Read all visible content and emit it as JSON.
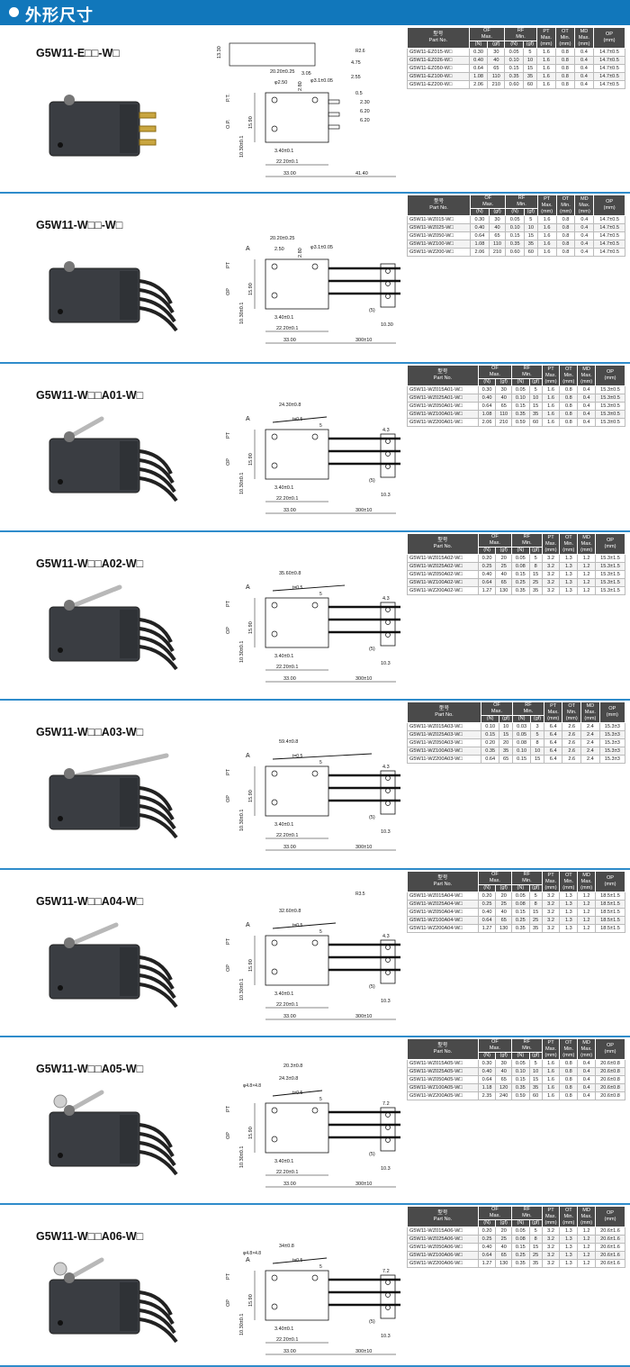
{
  "page_title": "外形尺寸",
  "table_headers": {
    "model_cn": "型号",
    "model_en": "Part No.",
    "of": "OF",
    "of_sub": "Max.",
    "rf": "RF",
    "rf_sub": "Min.",
    "pt": "PT",
    "pt_sub": "Max.",
    "ot": "OT",
    "ot_sub": "Min.",
    "md": "MD",
    "md_sub": "Max.",
    "op": "OP",
    "unit_mm": "(mm)",
    "unit_n": "(N)",
    "unit_gf": "(gf)"
  },
  "sections": [
    {
      "model": "G5W11-E□□-W□",
      "dims": {
        "top1": "13.30",
        "top2": "3.05",
        "top3": "4.75",
        "top4": "2.55",
        "pin": "20.20±0.25",
        "hole": "φ2.50",
        "h1": "2.80",
        "hole2": "φ3.1±0.05",
        "pt": "P.T.",
        "op": "O.P.",
        "h2": "15.90",
        "h3": "10.30±0.1",
        "d1": "3.40±0.1",
        "d2": "22.20±0.1",
        "w1": "33.00",
        "w2": "41.40",
        "t1": "0.5",
        "t2": "2.30",
        "t3": "6.20",
        "t4": "6.20",
        "r": "R2.6"
      },
      "rows": [
        [
          "G5W11-EZ015-W□",
          "0.30",
          "30",
          "0.05",
          "5",
          "1.6",
          "0.8",
          "0.4",
          "14.7±0.5"
        ],
        [
          "G5W11-EZ026-W□",
          "0.40",
          "40",
          "0.10",
          "10",
          "1.6",
          "0.8",
          "0.4",
          "14.7±0.5"
        ],
        [
          "G5W11-EZ050-W□",
          "0.64",
          "65",
          "0.15",
          "15",
          "1.6",
          "0.8",
          "0.4",
          "14.7±0.5"
        ],
        [
          "G5W11-EZ100-W□",
          "1.08",
          "110",
          "0.35",
          "35",
          "1.6",
          "0.8",
          "0.4",
          "14.7±0.5"
        ],
        [
          "G5W11-EZ200-W□",
          "2.06",
          "210",
          "0.60",
          "60",
          "1.6",
          "0.8",
          "0.4",
          "14.7±0.5"
        ]
      ]
    },
    {
      "model": "G5W11-W□□-W□",
      "dims": {
        "pin": "20.20±0.25",
        "d0": "2.50",
        "h1": "2.80",
        "hole2": "φ3.1±0.05",
        "pt": "PT",
        "op": "OP",
        "h2": "15.90",
        "h3": "10.30±0.1",
        "d1": "3.40±0.1",
        "d2": "22.20±0.1",
        "w1": "33.00",
        "w2": "300±10",
        "s": "(5)",
        "e": "10.30",
        "a": "A"
      },
      "rows": [
        [
          "G5W11-WZ015-W□",
          "0.30",
          "30",
          "0.05",
          "5",
          "1.6",
          "0.8",
          "0.4",
          "14.7±0.5"
        ],
        [
          "G5W11-WZ025-W□",
          "0.40",
          "40",
          "0.10",
          "10",
          "1.6",
          "0.8",
          "0.4",
          "14.7±0.5"
        ],
        [
          "G5W11-WZ050-W□",
          "0.64",
          "65",
          "0.15",
          "15",
          "1.6",
          "0.8",
          "0.4",
          "14.7±0.5"
        ],
        [
          "G5W11-WZ100-W□",
          "1.08",
          "110",
          "0.35",
          "35",
          "1.6",
          "0.8",
          "0.4",
          "14.7±0.5"
        ],
        [
          "G5W11-WZ200-W□",
          "2.06",
          "210",
          "0.60",
          "60",
          "1.6",
          "0.8",
          "0.4",
          "14.7±0.5"
        ]
      ]
    },
    {
      "model": "G5W11-W□□A01-W□",
      "dims": {
        "lever": "24.30±0.8",
        "t": "t=0.5",
        "pt": "PT",
        "op": "OP",
        "h2": "15.90",
        "h3": "10.30±0.1",
        "d1": "3.40±0.1",
        "d2": "22.20±0.1",
        "w1": "33.00",
        "w2": "300±10",
        "s": "(5)",
        "e": "10.3",
        "f": "4.3",
        "n": "5",
        "a": "A"
      },
      "rows": [
        [
          "G5W11-WZ015A01-W□",
          "0.30",
          "30",
          "0.05",
          "5",
          "1.6",
          "0.8",
          "0.4",
          "15.3±0.5"
        ],
        [
          "G5W11-WZ025A01-W□",
          "0.40",
          "40",
          "0.10",
          "10",
          "1.6",
          "0.8",
          "0.4",
          "15.3±0.5"
        ],
        [
          "G5W11-WZ050A01-W□",
          "0.64",
          "65",
          "0.15",
          "15",
          "1.6",
          "0.8",
          "0.4",
          "15.3±0.5"
        ],
        [
          "G5W11-WZ100A01-W□",
          "1.08",
          "110",
          "0.35",
          "35",
          "1.6",
          "0.8",
          "0.4",
          "15.3±0.5"
        ],
        [
          "G5W11-WZ200A01-W□",
          "2.06",
          "210",
          "0.59",
          "60",
          "1.6",
          "0.8",
          "0.4",
          "15.3±0.5"
        ]
      ]
    },
    {
      "model": "G5W11-W□□A02-W□",
      "dims": {
        "lever": "35.60±0.8",
        "t": "t=0.5",
        "pt": "PT",
        "op": "OP",
        "h2": "15.90",
        "h3": "10.30±0.1",
        "d1": "3.40±0.1",
        "d2": "22.20±0.1",
        "w1": "33.00",
        "w2": "300±10",
        "s": "(5)",
        "e": "10.3",
        "f": "4.3",
        "n": "5",
        "a": "A"
      },
      "rows": [
        [
          "G5W11-WZ015A02-W□",
          "0.20",
          "20",
          "0.05",
          "5",
          "3.2",
          "1.3",
          "1.2",
          "15.3±1.5"
        ],
        [
          "G5W11-WZ025A02-W□",
          "0.25",
          "25",
          "0.08",
          "8",
          "3.2",
          "1.3",
          "1.2",
          "15.3±1.5"
        ],
        [
          "G5W11-WZ050A02-W□",
          "0.40",
          "40",
          "0.15",
          "15",
          "3.2",
          "1.3",
          "1.2",
          "15.3±1.5"
        ],
        [
          "G5W11-WZ100A02-W□",
          "0.64",
          "65",
          "0.25",
          "25",
          "3.2",
          "1.3",
          "1.2",
          "15.3±1.5"
        ],
        [
          "G5W11-WZ200A02-W□",
          "1.27",
          "130",
          "0.35",
          "35",
          "3.2",
          "1.3",
          "1.2",
          "15.3±1.5"
        ]
      ]
    },
    {
      "model": "G5W11-W□□A03-W□",
      "dims": {
        "lever": "59.4±0.8",
        "t": "t=0.5",
        "pt": "PT",
        "op": "OP",
        "h2": "15.90",
        "h3": "10.30±0.1",
        "d1": "3.40±0.1",
        "d2": "22.20±0.1",
        "w1": "33.00",
        "w2": "300±10",
        "s": "(5)",
        "e": "10.3",
        "f": "4.3",
        "n": "5",
        "a": "A"
      },
      "rows": [
        [
          "G5W11-WZ015A03-W□",
          "0.10",
          "10",
          "0.03",
          "3",
          "6.4",
          "2.6",
          "2.4",
          "15.3±3"
        ],
        [
          "G5W11-WZ025A03-W□",
          "0.15",
          "15",
          "0.05",
          "5",
          "6.4",
          "2.6",
          "2.4",
          "15.3±3"
        ],
        [
          "G5W11-WZ050A03-W□",
          "0.20",
          "20",
          "0.08",
          "8",
          "6.4",
          "2.6",
          "2.4",
          "15.3±3"
        ],
        [
          "G5W11-WZ100A03-W□",
          "0.35",
          "35",
          "0.10",
          "10",
          "6.4",
          "2.6",
          "2.4",
          "15.3±3"
        ],
        [
          "G5W11-WZ200A03-W□",
          "0.64",
          "65",
          "0.15",
          "15",
          "6.4",
          "2.6",
          "2.4",
          "15.3±3"
        ]
      ]
    },
    {
      "model": "G5W11-W□□A04-W□",
      "dims": {
        "lever": "32.60±0.8",
        "r": "R3.5",
        "t": "t=0.5",
        "pt": "PT",
        "op": "OP",
        "h2": "15.90",
        "h3": "10.30±0.1",
        "d1": "3.40±0.1",
        "d2": "22.20±0.1",
        "w1": "33.00",
        "w2": "300±10",
        "s": "(5)",
        "e": "10.3",
        "f": "4.3",
        "n": "5",
        "a": "A"
      },
      "rows": [
        [
          "G5W11-WZ015A04-W□",
          "0.20",
          "20",
          "0.05",
          "5",
          "3.2",
          "1.3",
          "1.2",
          "18.5±1.5"
        ],
        [
          "G5W11-WZ025A04-W□",
          "0.25",
          "25",
          "0.08",
          "8",
          "3.2",
          "1.3",
          "1.2",
          "18.5±1.5"
        ],
        [
          "G5W11-WZ050A04-W□",
          "0.40",
          "40",
          "0.15",
          "15",
          "3.2",
          "1.3",
          "1.2",
          "18.5±1.5"
        ],
        [
          "G5W11-WZ100A04-W□",
          "0.64",
          "65",
          "0.25",
          "25",
          "3.2",
          "1.3",
          "1.2",
          "18.5±1.5"
        ],
        [
          "G5W11-WZ200A04-W□",
          "1.27",
          "130",
          "0.35",
          "35",
          "3.2",
          "1.3",
          "1.2",
          "18.5±1.5"
        ]
      ]
    },
    {
      "model": "G5W11-W□□A05-W□",
      "dims": {
        "lever": "24.3±0.8",
        "lever2": "20.3±0.8",
        "roller": "φ4.8×4.8",
        "t": "t=0.5",
        "pt": "PT",
        "op": "OP",
        "h2": "15.90",
        "h3": "10.30±0.1",
        "d1": "3.40±0.1",
        "d2": "22.20±0.1",
        "w1": "33.00",
        "w2": "300±10",
        "s": "(5)",
        "e": "10.3",
        "f": "7.2",
        "n": "5"
      },
      "rows": [
        [
          "G5W11-WZ015A05-W□",
          "0.30",
          "30",
          "0.05",
          "5",
          "1.6",
          "0.8",
          "0.4",
          "20.6±0.8"
        ],
        [
          "G5W11-WZ025A05-W□",
          "0.40",
          "40",
          "0.10",
          "10",
          "1.6",
          "0.8",
          "0.4",
          "20.6±0.8"
        ],
        [
          "G5W11-WZ050A05-W□",
          "0.64",
          "65",
          "0.15",
          "15",
          "1.6",
          "0.8",
          "0.4",
          "20.6±0.8"
        ],
        [
          "G5W11-WZ100A05-W□",
          "1.18",
          "120",
          "0.35",
          "35",
          "1.6",
          "0.8",
          "0.4",
          "20.6±0.8"
        ],
        [
          "G5W11-WZ200A05-W□",
          "2.35",
          "240",
          "0.59",
          "60",
          "1.6",
          "0.8",
          "0.4",
          "20.6±0.8"
        ]
      ]
    },
    {
      "model": "G5W11-W□□A06-W□",
      "dims": {
        "lever": "34±0.8",
        "roller": "φ4.8×4.8",
        "t": "t=0.5",
        "pt": "PT",
        "op": "OP",
        "h2": "15.90",
        "h3": "10.30±0.1",
        "d1": "3.40±0.1",
        "d2": "22.20±0.1",
        "w1": "33.00",
        "w2": "300±10",
        "s": "(5)",
        "e": "10.3",
        "f": "7.2",
        "n": "5",
        "a": "A"
      },
      "rows": [
        [
          "G5W11-WZ015A06-W□",
          "0.20",
          "20",
          "0.05",
          "5",
          "3.2",
          "1.3",
          "1.2",
          "20.6±1.6"
        ],
        [
          "G5W11-WZ025A06-W□",
          "0.25",
          "25",
          "0.08",
          "8",
          "3.2",
          "1.3",
          "1.2",
          "20.6±1.6"
        ],
        [
          "G5W11-WZ050A06-W□",
          "0.40",
          "40",
          "0.15",
          "15",
          "3.2",
          "1.3",
          "1.2",
          "20.6±1.6"
        ],
        [
          "G5W11-WZ100A06-W□",
          "0.64",
          "65",
          "0.25",
          "25",
          "3.2",
          "1.3",
          "1.2",
          "20.6±1.6"
        ],
        [
          "G5W11-WZ200A06-W□",
          "1.27",
          "130",
          "0.35",
          "35",
          "3.2",
          "1.3",
          "1.2",
          "20.6±1.6"
        ]
      ]
    }
  ]
}
